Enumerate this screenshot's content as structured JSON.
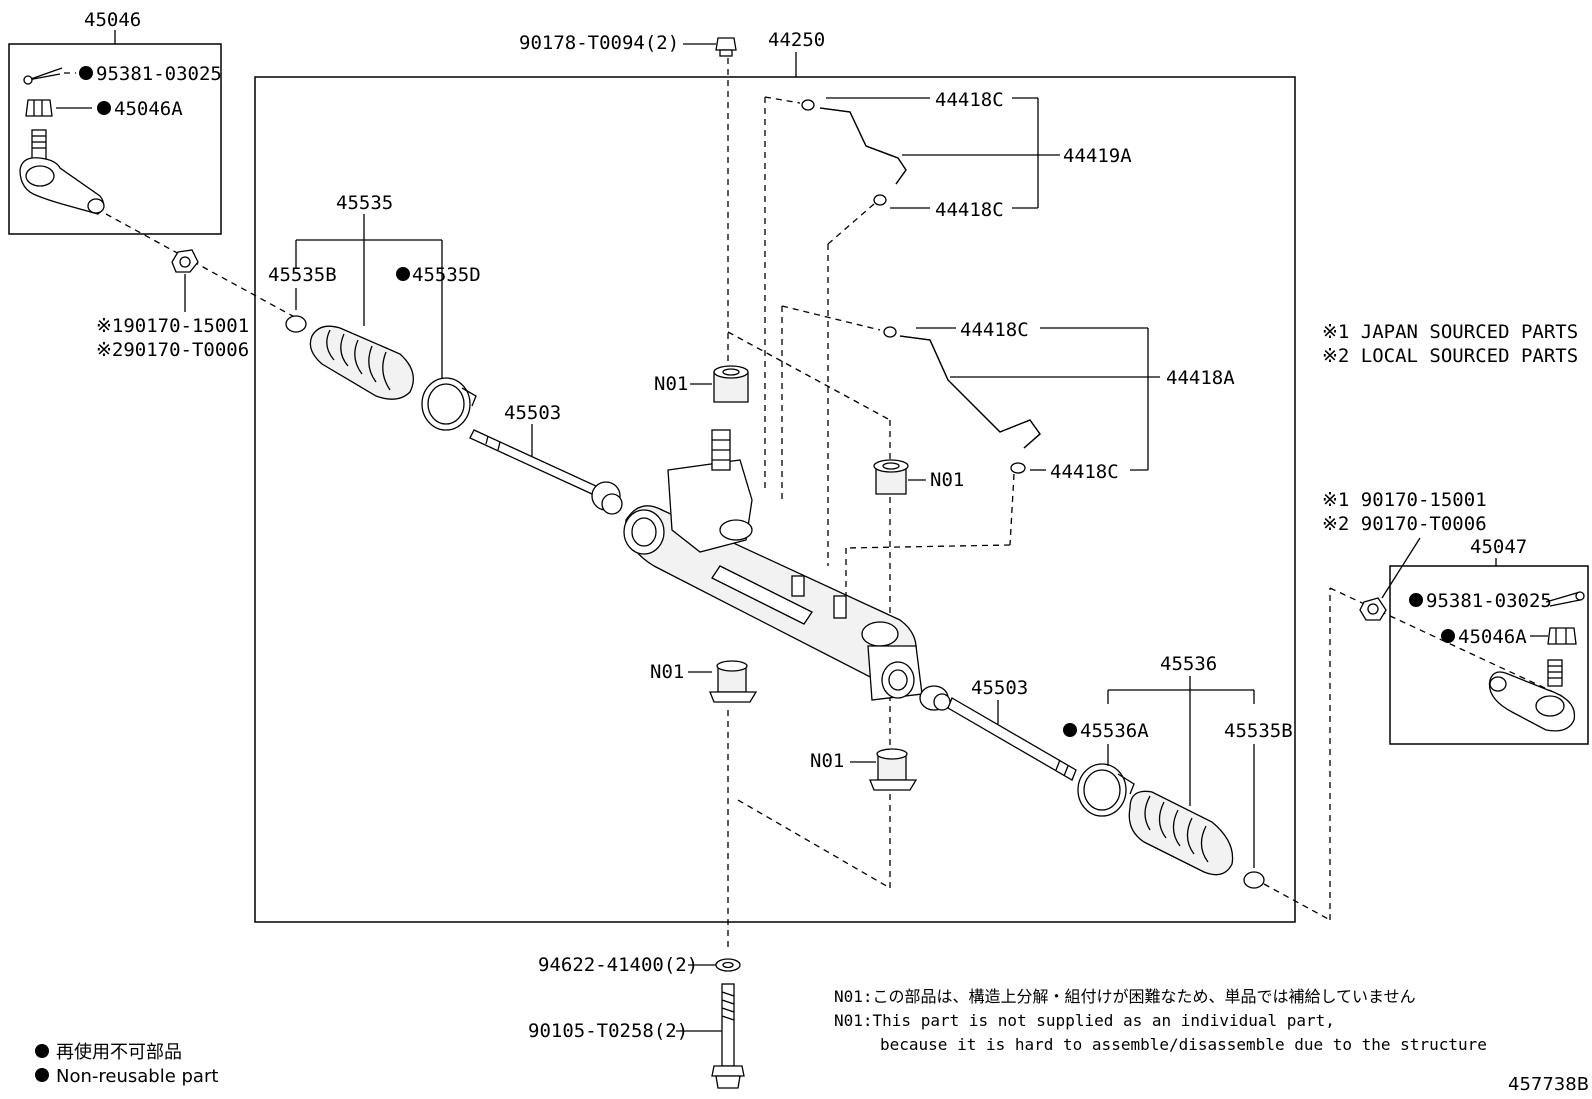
{
  "labels": {
    "asm_left": "45046",
    "asm_main": "44250",
    "asm_right": "45047",
    "cotter_pin_l": "95381-03025",
    "nut_l": "45046A",
    "nut_right_l1": "※190170-15001",
    "nut_right_l2": "※290170-T0006",
    "bolt_top": "90178-T0094(2)",
    "tube_c1": "44418C",
    "tube_a": "44419A",
    "tube_c2": "44418C",
    "tube_c3": "44418C",
    "tube_b": "44418A",
    "tube_c4": "44418C",
    "boot_l": "45535",
    "clip_l": "45535B",
    "clamp_l": "45535D",
    "rod_l": "45503",
    "n01_a": "N01",
    "n01_b": "N01",
    "n01_c": "N01",
    "n01_d": "N01",
    "rod_r": "45503",
    "boot_r": "45536",
    "clamp_r": "45536A",
    "clip_r": "45535B",
    "r_nut_1": "※1 90170-15001",
    "r_nut_2": "※2 90170-T0006",
    "cotter_pin_r": "95381-03025",
    "nut_r": "45046A",
    "washer": "94622-41400(2)",
    "bolt_bottom": "90105-T0258(2)",
    "note_japan": "※1 JAPAN SOURCED PARTS",
    "note_local": "※2 LOCAL SOURCED PARTS",
    "n01_note_jp": "N01:この部品は、構造上分解・組付けが困難なため、単品では補給していません",
    "n01_note_en1": "N01:This part is not supplied as an individual part,",
    "n01_note_en2": "because it is hard to assemble/disassemble due to the structure",
    "legend_jp": "再使用不可部品",
    "legend_en": "Non-reusable part",
    "figure_id": "457738B"
  },
  "icons": {
    "non_reusable_marker": "filled-circle-icon",
    "note_marker": "reference-mark"
  }
}
